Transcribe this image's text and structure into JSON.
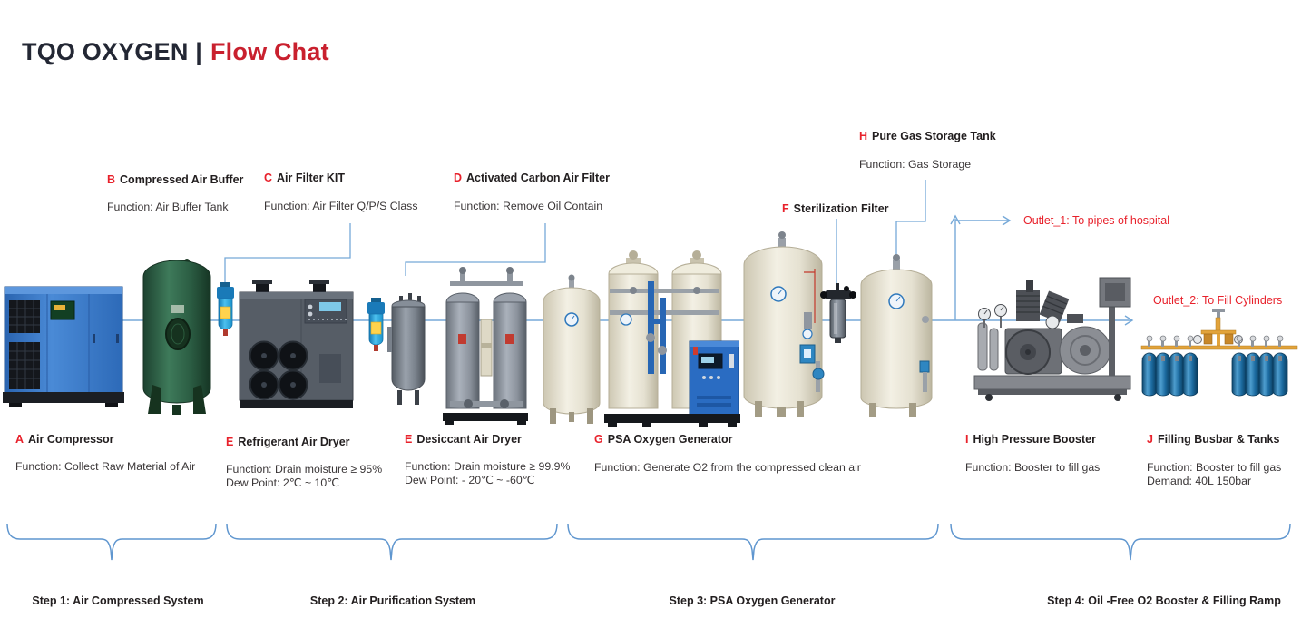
{
  "title": {
    "brand": "TQO OXYGEN |",
    "page": "Flow Chat"
  },
  "colors": {
    "accent_red": "#c9202e",
    "letter_red": "#e8212b",
    "line_blue": "#76a9d8",
    "title_dark": "#232734"
  },
  "labels": [
    {
      "letter": "B",
      "name": "Compressed Air Buffer",
      "lines": [
        "Function: Air Buffer Tank"
      ]
    },
    {
      "letter": "C",
      "name": "Air Filter KIT",
      "lines": [
        "Function: Air Filter Q/P/S Class"
      ]
    },
    {
      "letter": "D",
      "name": "Activated Carbon Air Filter",
      "lines": [
        "Function: Remove Oil Contain"
      ]
    },
    {
      "letter": "H",
      "name": "Pure Gas Storage Tank",
      "lines": [
        "Function: Gas Storage"
      ]
    },
    {
      "letter": "F",
      "name": "Sterilization Filter",
      "lines": []
    },
    {
      "letter": "A",
      "name": "Air Compressor",
      "lines": [
        "Function: Collect Raw Material of Air"
      ]
    },
    {
      "letter": "E",
      "name": "Refrigerant Air Dryer",
      "lines": [
        "Function: Drain moisture ≥ 95%",
        "Dew Point:  2℃ ~ 10℃"
      ]
    },
    {
      "letter": "E",
      "name": "Desiccant Air Dryer",
      "lines": [
        "Function: Drain moisture ≥ 99.9%",
        "Dew Point:  - 20℃ ~ -60℃"
      ]
    },
    {
      "letter": "G",
      "name": "PSA Oxygen Generator",
      "lines": [
        "Function: Generate O2 from the compressed clean air"
      ]
    },
    {
      "letter": "I",
      "name": "High Pressure Booster",
      "lines": [
        "Function: Booster to fill gas"
      ]
    },
    {
      "letter": "J",
      "name": "Filling Busbar & Tanks",
      "lines": [
        "Function: Booster to fill gas",
        "Demand: 40L 150bar"
      ]
    }
  ],
  "outlets": {
    "outlet1": "Outlet_1: To pipes of hospital",
    "outlet2": "Outlet_2: To Fill Cylinders"
  },
  "steps": [
    "Step 1: Air Compressed System",
    "Step 2: Air Purification System",
    "Step 3: PSA Oxygen Generator",
    "Step 4: Oil -Free O2 Booster & Filling Ramp"
  ],
  "equipment_icons": [
    "air-compressor",
    "compressed-air-buffer-tank",
    "air-filter-kit",
    "refrigerant-air-dryer",
    "air-filter-kit-2",
    "activated-carbon-filter",
    "desiccant-air-dryer",
    "oxygen-buffer-tank",
    "psa-oxygen-generator",
    "product-storage-tank",
    "sterilization-filter",
    "pure-gas-storage-tank",
    "high-pressure-booster",
    "filling-busbar-cylinders"
  ]
}
